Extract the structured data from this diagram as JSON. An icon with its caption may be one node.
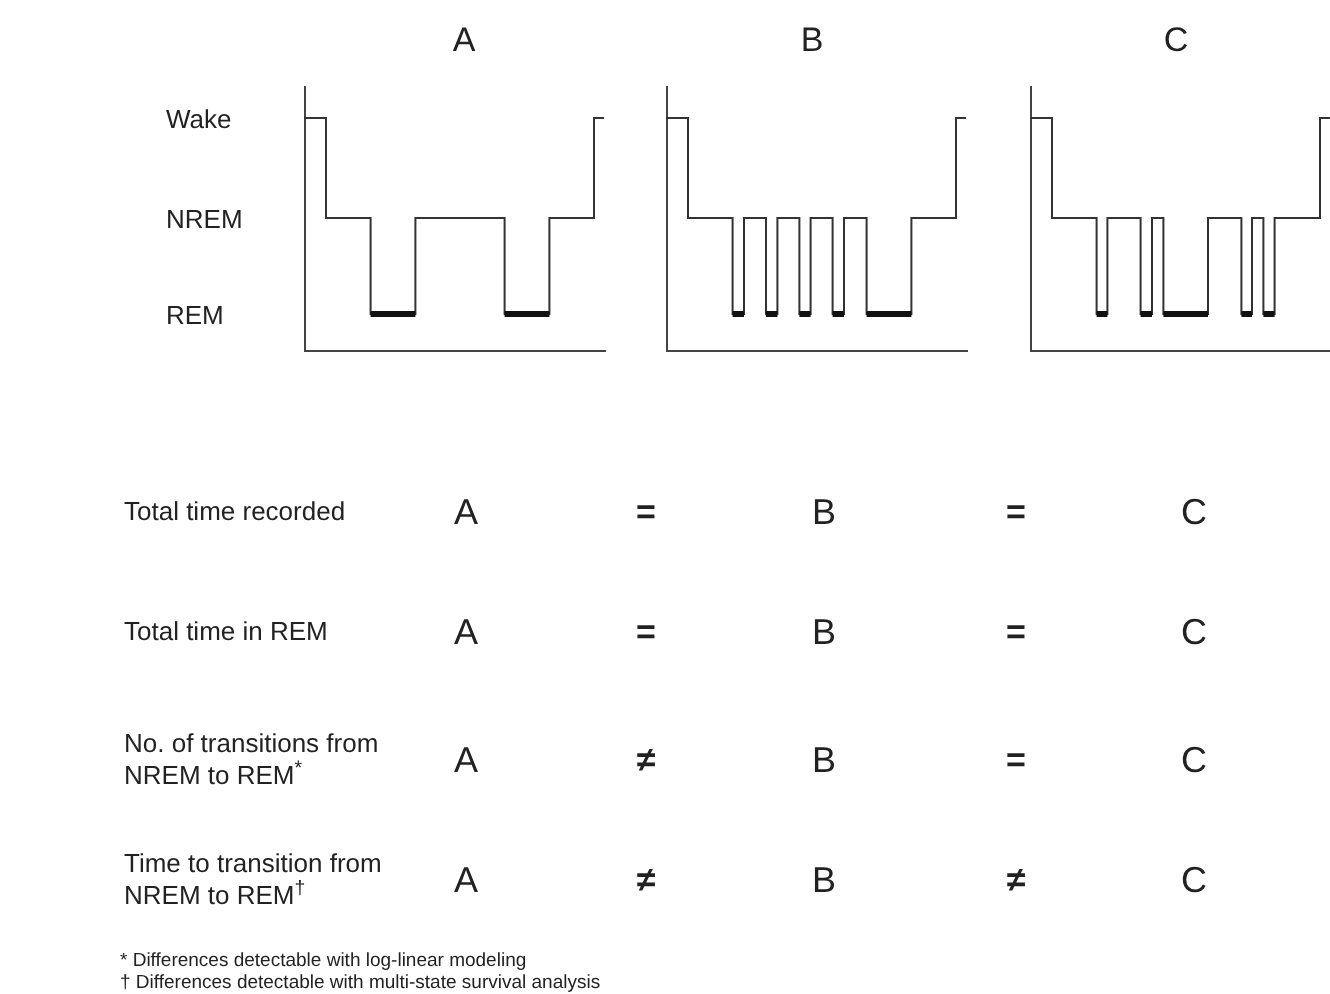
{
  "diagram": {
    "labels": [
      "A",
      "B",
      "C",
      "Wake",
      "NREM",
      "REM",
      "Total time recorded",
      "A",
      "=",
      "B",
      "=",
      "C",
      "Total time in REM",
      "A",
      "=",
      "B",
      "=",
      "C",
      "No. of transitions from NREM to REM$^{*}$",
      "A",
      "≠",
      "B",
      "=",
      "C",
      "Time to transition from NREM to REM$^{†}$",
      "A",
      "≠",
      "B",
      "≠",
      "C",
      "* Differences detectable with log-linear modeling",
      "† Differences detectable with multi-state survival analysis"
    ]
  }
}
